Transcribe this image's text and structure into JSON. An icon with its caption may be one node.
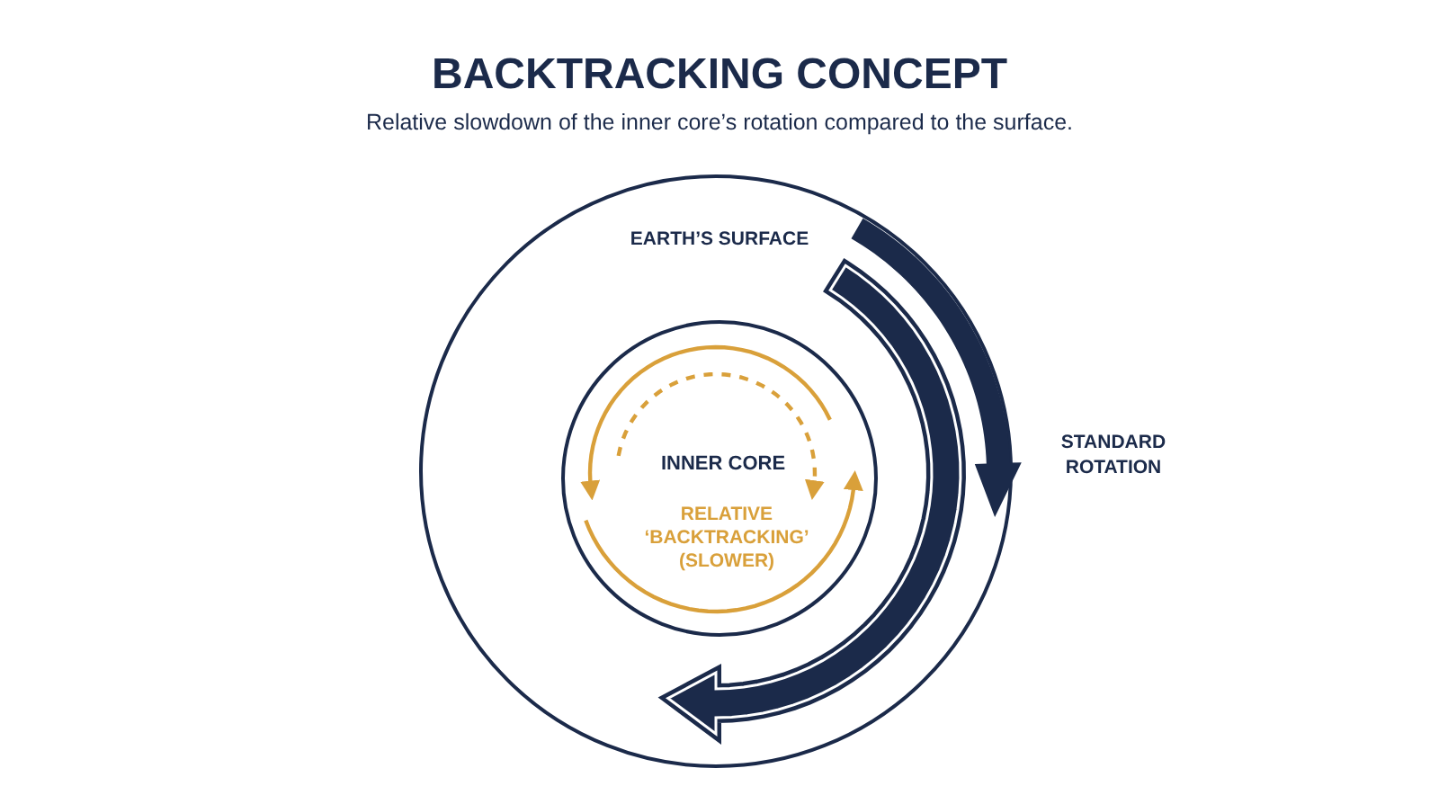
{
  "diagram": {
    "title": "BACKTRACKING CONCEPT",
    "nodes": [
      {
        "text": [
          "EARTH’S SURFACE"
        ]
      },
      {
        "text": [
          "INNER CORE",
          "RELATIVE ‘BACKTRACKING’ (SLOWER)"
        ],
        "in": 0
      }
    ],
    "labels": [
      "Relative slowdown of the inner core’s rotation compared to the surface.",
      "STANDARD ROTATION"
    ]
  }
}
